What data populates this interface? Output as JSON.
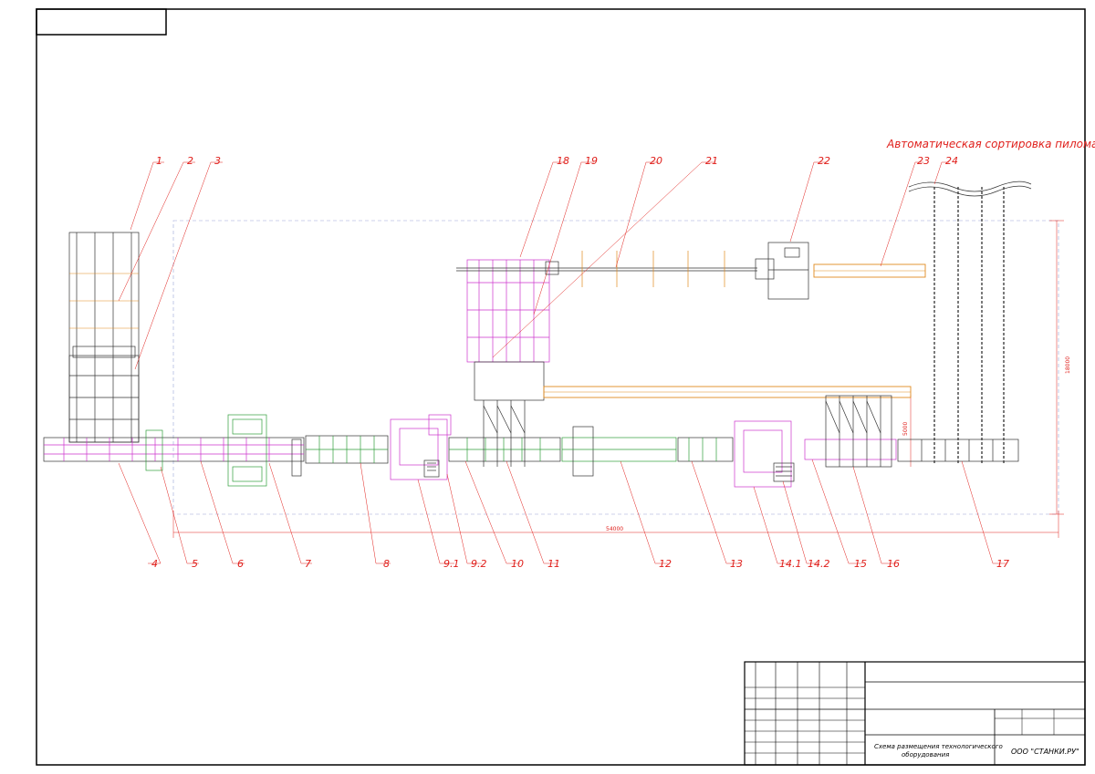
{
  "drawing": {
    "title": "Автоматическая сортировка пиломатериала",
    "dimension_length": "54000",
    "dimension_width": "18000",
    "dimension_small": "5000"
  },
  "callouts_top": [
    "1",
    "2",
    "3",
    "18",
    "19",
    "20",
    "21",
    "22",
    "23",
    "24"
  ],
  "callouts_bottom": [
    "4",
    "5",
    "6",
    "7",
    "8",
    "9.1",
    "9.2",
    "10",
    "11",
    "12",
    "13",
    "14.1",
    "14.2",
    "15",
    "16",
    "17"
  ],
  "title_block": {
    "caption_line1": "Схема размещения технологического",
    "caption_line2": "оборудования",
    "company": "ООО \"СТАНКИ.РУ\""
  },
  "colors": {
    "frame": "#000000",
    "callout": "#e0201c",
    "machine_magenta": "#cc33cc",
    "conveyor_green": "#2f9e3a",
    "transfer_orange": "#e08a1e",
    "outline_blue": "#9aa6d8",
    "structure_dark": "#333333"
  }
}
